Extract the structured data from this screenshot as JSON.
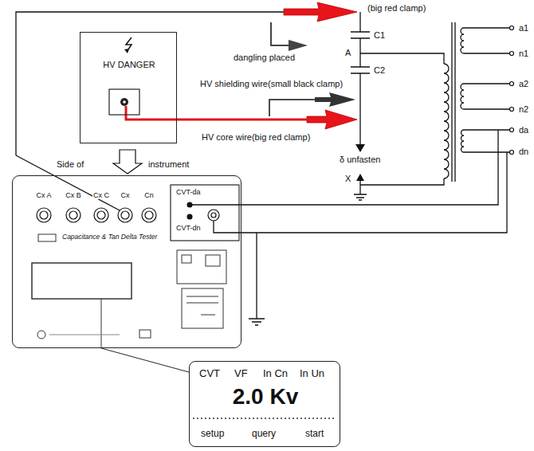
{
  "diagram": {
    "nodes": [
      {
        "text": [
          "HV DANGER"
        ]
      },
      {
        "text": [
          "Capacitance & Tan Delta Tester"
        ]
      },
      {
        "text": [
          "CVT",
          "VF",
          "In Cn",
          "In Un",
          "2.0 Kv",
          "setup",
          "query",
          "start"
        ]
      }
    ],
    "edges": [
      {
        "from": 1,
        "to": 2,
        "arrow": "none"
      }
    ],
    "labels": [
      "(big red clamp)",
      "C1",
      "A",
      "C2",
      "a1",
      "n1",
      "a2",
      "n2",
      "da",
      "dn",
      "dangling placed",
      "HV shielding wire(small black clamp)",
      "HV core wire(big red clamp)",
      "δ unfasten",
      "X",
      "Side of",
      "instrument",
      "Cx A",
      "Cx B",
      "Cx C",
      "Cx",
      "Cn",
      "CVT-da",
      "CVT-dn"
    ]
  }
}
